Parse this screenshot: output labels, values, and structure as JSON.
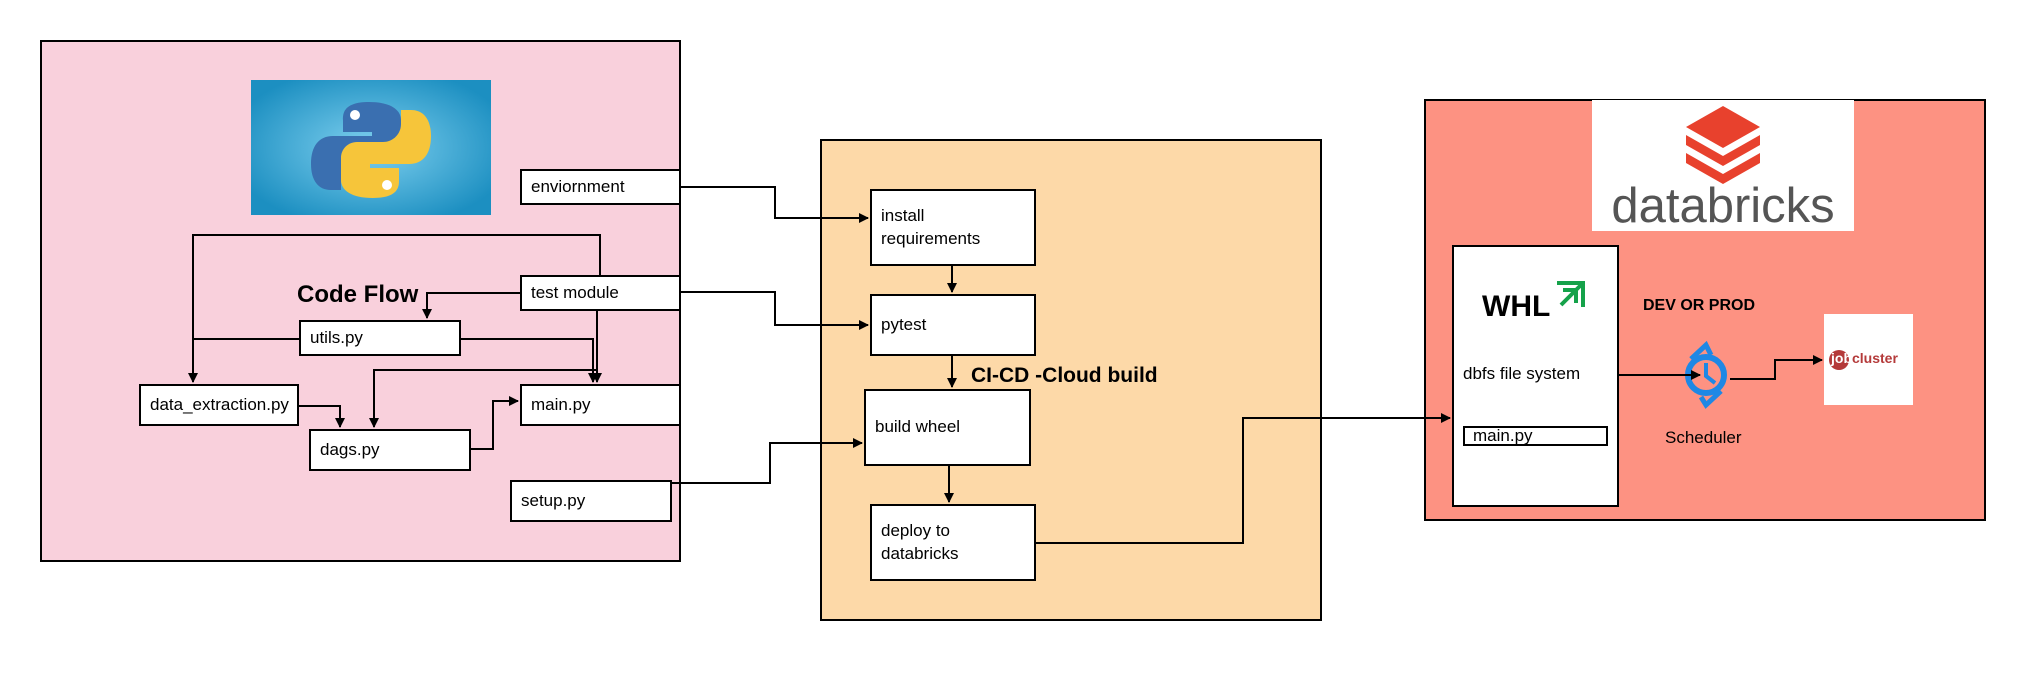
{
  "colors": {
    "python_panel": "#f9d0dc",
    "cicd_panel": "#fdd9a8",
    "databricks_panel": "#fd9282",
    "python_logo_bg": "#1c8fc1",
    "databricks_red": "#e8412d",
    "whl_green": "#15a24a",
    "scheduler_blue": "#1e88e5"
  },
  "python_panel": {
    "logo_icon": "python-logo-icon",
    "code_flow_title": "Code Flow",
    "environment": "enviornment",
    "test_module": "test module",
    "utils": "utils.py",
    "data_extraction": "data_extraction.py",
    "main": "main.py",
    "dags": "dags.py",
    "setup": "setup.py"
  },
  "cicd_panel": {
    "title": "CI-CD -Cloud build",
    "install_line1": "install",
    "install_line2": "requirements",
    "pytest": "pytest",
    "build_wheel": "build wheel",
    "deploy_line1": "deploy to",
    "deploy_line2": "databricks"
  },
  "databricks_panel": {
    "logo_text": "databricks",
    "whl_text": "WHL",
    "dbfs": "dbfs file system",
    "main": "main.py",
    "env_label": "DEV OR PROD",
    "scheduler": "Scheduler",
    "jobcluster_prefix": "job",
    "jobcluster_suffix": "cluster"
  }
}
